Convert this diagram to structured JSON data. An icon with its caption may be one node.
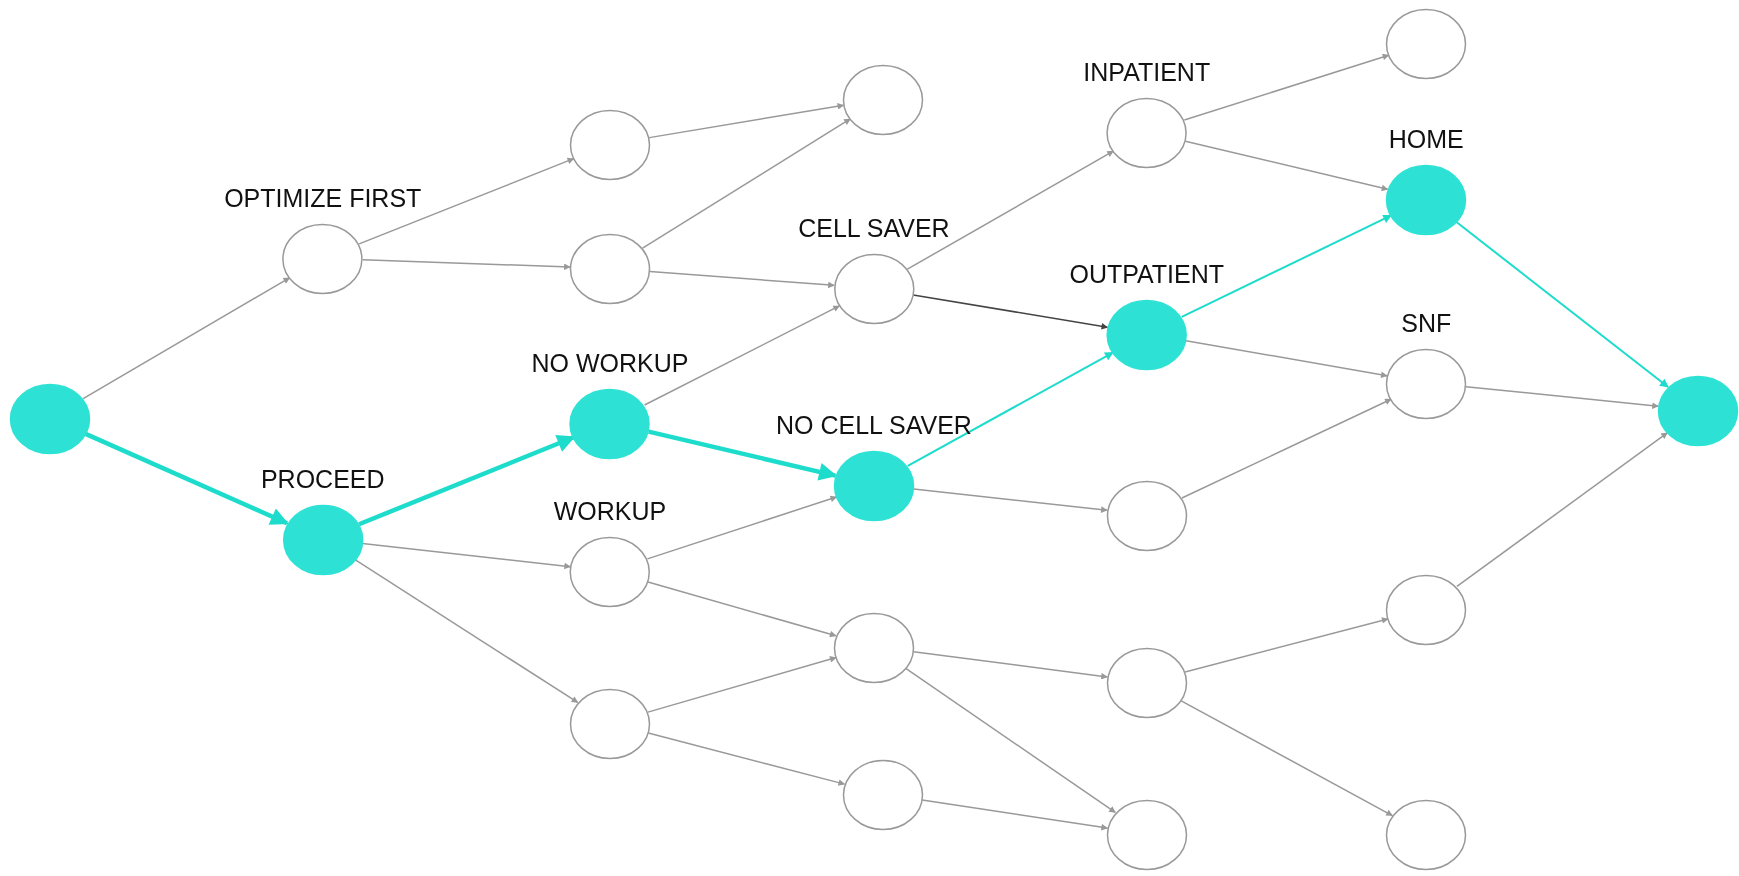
{
  "diagram": {
    "nodes": [
      {
        "text": [],
        "shape": "circle"
      },
      {
        "text": [
          "OPTIMIZE FIRST"
        ]
      },
      {
        "text": [
          "PROCEED"
        ]
      },
      {
        "text": [],
        "shape": "circle"
      },
      {
        "text": [],
        "shape": "circle"
      },
      {
        "text": [
          "NO WORKUP"
        ]
      },
      {
        "text": [
          "WORKUP"
        ]
      },
      {
        "text": [],
        "shape": "circle"
      },
      {
        "text": [],
        "shape": "circle"
      },
      {
        "text": [
          "CELL SAVER"
        ]
      },
      {
        "text": [
          "NO CELL SAVER"
        ]
      },
      {
        "text": [],
        "shape": "circle"
      },
      {
        "text": [],
        "shape": "circle"
      },
      {
        "text": [
          "INPATIENT"
        ]
      },
      {
        "text": [
          "OUTPATIENT"
        ]
      },
      {
        "text": [],
        "shape": "circle"
      },
      {
        "text": [],
        "shape": "circle"
      },
      {
        "text": [],
        "shape": "circle"
      },
      {
        "text": [],
        "shape": "circle"
      },
      {
        "text": [
          "HOME"
        ]
      },
      {
        "text": [
          "SNF"
        ]
      },
      {
        "text": [],
        "shape": "circle"
      },
      {
        "text": [],
        "shape": "circle"
      },
      {
        "text": [],
        "shape": "circle"
      }
    ],
    "edges": [
      {
        "from": 0,
        "to": 1,
        "arrow": "to"
      },
      {
        "from": 0,
        "to": 2,
        "arrow": "to",
        "style": "thick",
        "color": "#1ddccb"
      },
      {
        "from": 1,
        "to": 3,
        "arrow": "to"
      },
      {
        "from": 1,
        "to": 4,
        "arrow": "to"
      },
      {
        "from": 2,
        "to": 5,
        "arrow": "to",
        "style": "thick",
        "color": "#1ddccb"
      },
      {
        "from": 2,
        "to": 6,
        "arrow": "to"
      },
      {
        "from": 2,
        "to": 7,
        "arrow": "to"
      },
      {
        "from": 3,
        "to": 8,
        "arrow": "to"
      },
      {
        "from": 4,
        "to": 8,
        "arrow": "to"
      },
      {
        "from": 4,
        "to": 9,
        "arrow": "to"
      },
      {
        "from": 5,
        "to": 9,
        "arrow": "to"
      },
      {
        "from": 5,
        "to": 10,
        "arrow": "to",
        "style": "thick",
        "color": "#1ddccb"
      },
      {
        "from": 6,
        "to": 10,
        "arrow": "to"
      },
      {
        "from": 6,
        "to": 11,
        "arrow": "to"
      },
      {
        "from": 7,
        "to": 11,
        "arrow": "to"
      },
      {
        "from": 7,
        "to": 12,
        "arrow": "to"
      },
      {
        "from": 9,
        "to": 13,
        "arrow": "to"
      },
      {
        "from": 9,
        "to": 14,
        "arrow": "to",
        "color": "#444444"
      },
      {
        "from": 10,
        "to": 14,
        "arrow": "to",
        "color": "#1ddccb"
      },
      {
        "from": 10,
        "to": 15,
        "arrow": "to"
      },
      {
        "from": 11,
        "to": 16,
        "arrow": "to"
      },
      {
        "from": 11,
        "to": 17,
        "arrow": "to"
      },
      {
        "from": 12,
        "to": 17,
        "arrow": "to"
      },
      {
        "from": 13,
        "to": 18,
        "arrow": "to"
      },
      {
        "from": 13,
        "to": 19,
        "arrow": "to"
      },
      {
        "from": 14,
        "to": 19,
        "arrow": "to",
        "color": "#1ddccb"
      },
      {
        "from": 14,
        "to": 20,
        "arrow": "to"
      },
      {
        "from": 15,
        "to": 20,
        "arrow": "to"
      },
      {
        "from": 16,
        "to": 21,
        "arrow": "to"
      },
      {
        "from": 16,
        "to": 22,
        "arrow": "to"
      },
      {
        "from": 19,
        "to": 23,
        "arrow": "to",
        "color": "#1ddccb"
      },
      {
        "from": 20,
        "to": 23,
        "arrow": "to"
      },
      {
        "from": 21,
        "to": 23,
        "arrow": "to"
      }
    ]
  }
}
